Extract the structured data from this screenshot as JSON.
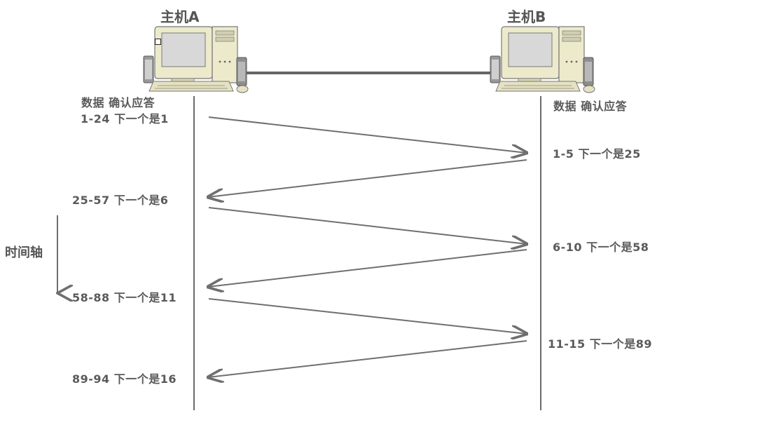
{
  "hosts": {
    "a": {
      "name": "主机A"
    },
    "b": {
      "name": "主机B"
    }
  },
  "columns": {
    "a_header": "数据  确认应答",
    "b_header": "数据  确认应答"
  },
  "time_axis": {
    "label": "时间轴"
  },
  "rows": [
    {
      "side": "a",
      "text": "1-24  下一个是1"
    },
    {
      "side": "b",
      "text": "1-5   下一个是25"
    },
    {
      "side": "a",
      "text": "25-57  下一个是6"
    },
    {
      "side": "b",
      "text": "6-10  下一个是58"
    },
    {
      "side": "a",
      "text": "58-88  下一个是11"
    },
    {
      "side": "b",
      "text": "11-15 下一个是89"
    },
    {
      "side": "a",
      "text": "89-94  下一个是16"
    }
  ],
  "colors": {
    "line": "#6f6f6f",
    "text": "#5a5a5a",
    "monitor_frame": "#e8e6c8",
    "monitor_screen": "#d9d9d9"
  },
  "icons": {
    "host_a": "desktop-computer-icon",
    "host_b": "desktop-computer-icon"
  }
}
